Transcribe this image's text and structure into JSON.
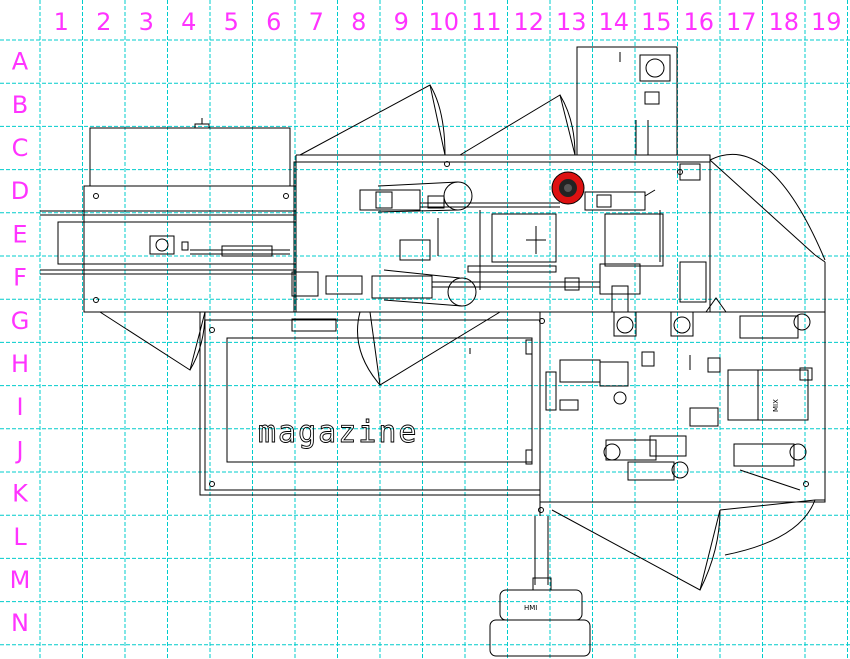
{
  "grid": {
    "columns": [
      "1",
      "2",
      "3",
      "4",
      "5",
      "6",
      "7",
      "8",
      "9",
      "10",
      "11",
      "12",
      "13",
      "14",
      "15",
      "16",
      "17",
      "18",
      "19"
    ],
    "rows": [
      "A",
      "B",
      "C",
      "D",
      "E",
      "F",
      "G",
      "H",
      "I",
      "J",
      "K",
      "L",
      "M",
      "N"
    ],
    "line_color": "#00cccc",
    "label_color": "#ff33ff"
  },
  "drawing": {
    "magazine_label": "magazine",
    "hmi_label": "HMI",
    "mix_label": "MIX",
    "marker_color": "#dd1111",
    "line_color": "#000000"
  }
}
